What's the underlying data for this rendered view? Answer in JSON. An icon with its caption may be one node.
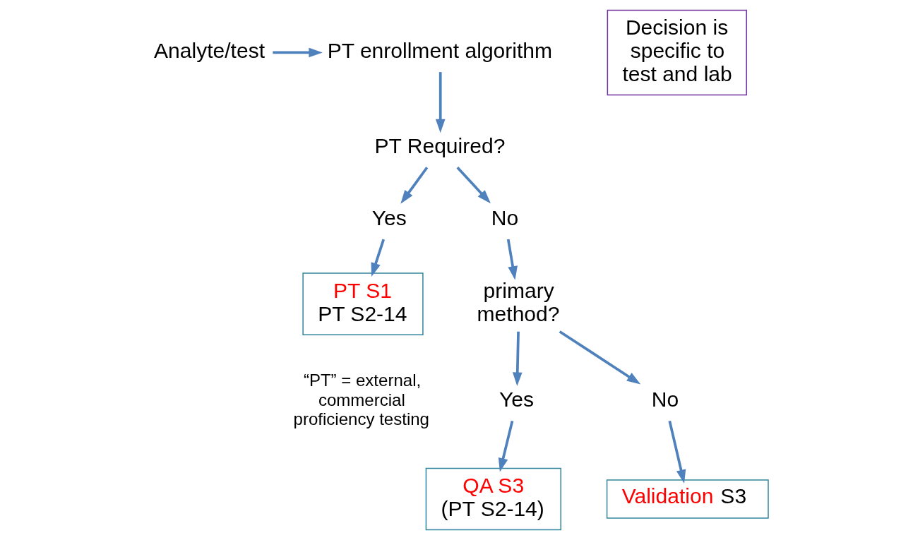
{
  "diagram": {
    "nodes": [
      {
        "text": [
          "Analyte/test"
        ]
      },
      {
        "text": [
          "PT enrollment algorithm"
        ]
      },
      {
        "text": [
          "PT Required?"
        ]
      },
      {
        "text": [
          "Yes"
        ]
      },
      {
        "text": [
          "No"
        ]
      },
      {
        "text": [
          "PT S1",
          "PT S2-14"
        ]
      },
      {
        "text": [
          "primary method?"
        ]
      },
      {
        "text": [
          "Yes"
        ]
      },
      {
        "text": [
          "No"
        ]
      },
      {
        "text": [
          "QA S3",
          "(PT S2-14)"
        ]
      },
      {
        "text": [
          "Validation S3"
        ]
      },
      {
        "text": [
          "Decision is specific to test and lab"
        ]
      }
    ],
    "edges": [
      {
        "from": 0,
        "to": 1,
        "arrow": "to"
      },
      {
        "from": 1,
        "to": 2,
        "arrow": "to"
      },
      {
        "from": 2,
        "to": 3,
        "arrow": "to"
      },
      {
        "from": 2,
        "to": 4,
        "arrow": "to"
      },
      {
        "from": 3,
        "to": 5,
        "arrow": "to"
      },
      {
        "from": 4,
        "to": 6,
        "arrow": "to"
      },
      {
        "from": 6,
        "to": 7,
        "arrow": "to"
      },
      {
        "from": 6,
        "to": 8,
        "arrow": "to"
      },
      {
        "from": 7,
        "to": 9,
        "arrow": "to"
      },
      {
        "from": 8,
        "to": 10,
        "arrow": "to"
      }
    ],
    "labels": [
      "“PT” = external, commercial proficiency testing"
    ]
  }
}
